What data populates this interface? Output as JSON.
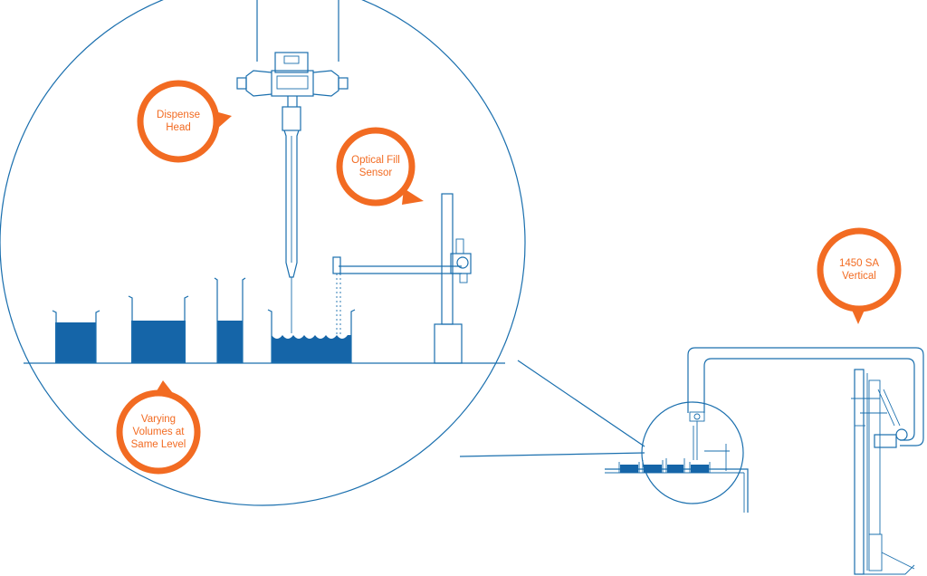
{
  "callouts": {
    "dispense_head": "Dispense\nHead",
    "optical_fill_sensor": "Optical Fill\nSensor",
    "varying_volumes": "Varying\nVolumes at\nSame Level",
    "model_1450": "1450 SA\nVertical"
  },
  "colors": {
    "line": "#1a6fae",
    "liquid": "#1565a8",
    "callout_accent": "#f26b22",
    "background": "#ffffff"
  }
}
